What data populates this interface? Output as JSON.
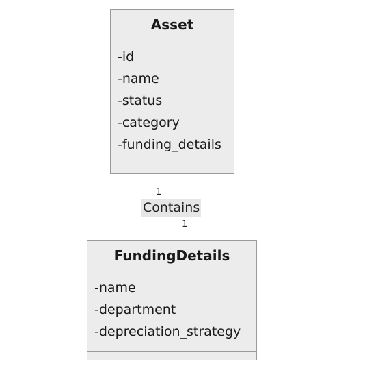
{
  "classes": {
    "asset": {
      "name": "Asset",
      "attributes": [
        "-id",
        "-name",
        "-status",
        "-category",
        "-funding_details"
      ]
    },
    "funding_details": {
      "name": "FundingDetails",
      "attributes": [
        "-name",
        "-department",
        "-depreciation_strategy"
      ]
    }
  },
  "relationship": {
    "label": "Contains",
    "source_multiplicity": "1",
    "target_multiplicity": "1"
  }
}
